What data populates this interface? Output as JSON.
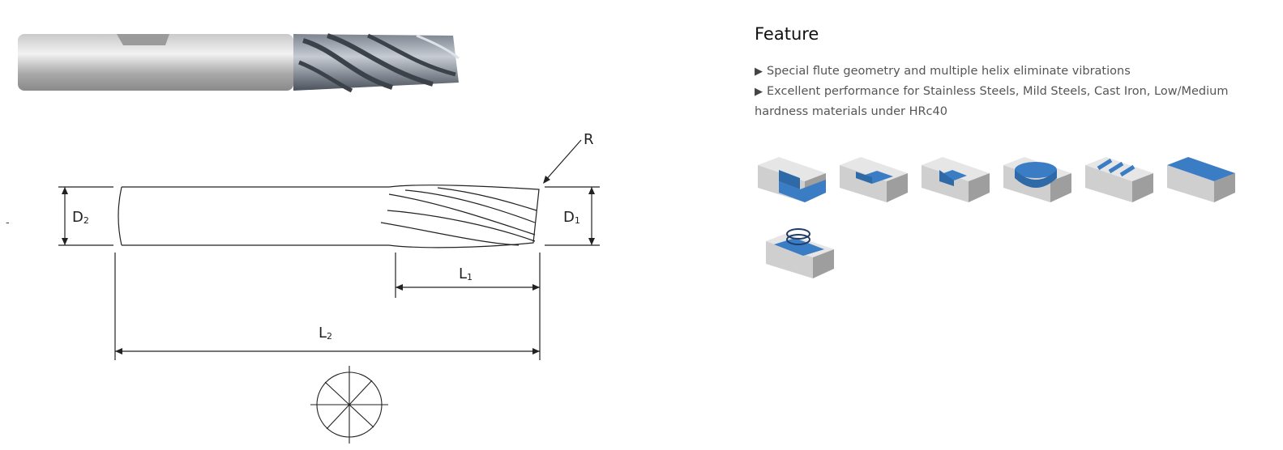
{
  "drawing": {
    "labels": {
      "r": "R",
      "d2": "D",
      "d2_sub": "2",
      "d1": "D",
      "d1_sub": "1",
      "l1": "L",
      "l1_sub": "1",
      "l2": "L",
      "l2_sub": "2"
    },
    "dash": "-"
  },
  "feature": {
    "title": "Feature",
    "bullet": "▶",
    "items": [
      {
        "text": "Special flute geometry and multiple helix eliminate vibrations"
      },
      {
        "text": "Excellent performance for Stainless Steels, Mild Steels, Cast Iron, Low/Medium hardness materials under HRc40"
      }
    ]
  },
  "operations": [
    {
      "icon": "shoulder-milling-icon"
    },
    {
      "icon": "slotting-icon"
    },
    {
      "icon": "pocket-milling-icon"
    },
    {
      "icon": "circular-interpolation-icon"
    },
    {
      "icon": "multi-slot-icon"
    },
    {
      "icon": "face-milling-icon"
    },
    {
      "icon": "helical-milling-icon"
    }
  ],
  "colors": {
    "accent_blue": "#3b7dc4",
    "block_grey": "#d9d9d9",
    "block_dark": "#a8a8a8"
  }
}
